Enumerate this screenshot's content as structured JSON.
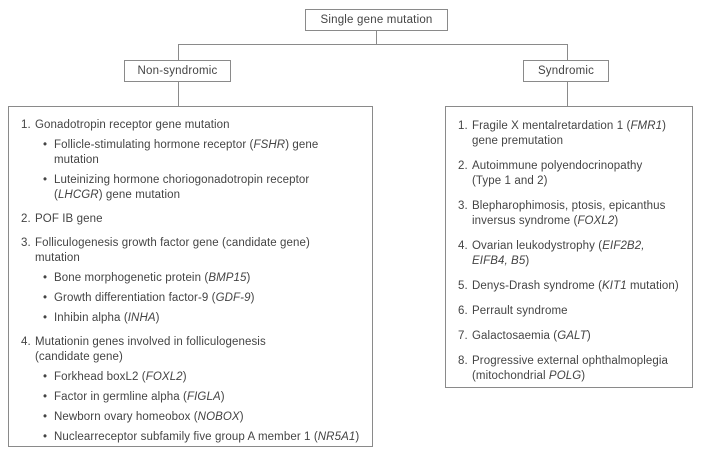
{
  "colors": {
    "background": "#ffffff",
    "border": "#8a8a8a",
    "text": "#444444"
  },
  "diagram": {
    "bullet_char": "•",
    "root": {
      "label": "Single gene mutation"
    },
    "branches": [
      {
        "label": "Non-syndromic"
      },
      {
        "label": "Syndromic"
      }
    ],
    "left_box": {
      "items": [
        {
          "label": "1.",
          "text": [
            {
              "t": "Gonadotropin receptor gene mutation"
            }
          ],
          "subs": [
            [
              {
                "t": "Follicle-stimulating hormone receptor ("
              },
              {
                "t": "FSHR",
                "i": true
              },
              {
                "t": ") gene\nmutation"
              }
            ],
            [
              {
                "t": "Luteinizing hormone choriogonadotropin receptor\n("
              },
              {
                "t": "LHCGR",
                "i": true
              },
              {
                "t": ") gene mutation"
              }
            ]
          ]
        },
        {
          "label": "2.",
          "text": [
            {
              "t": "POF IB gene"
            }
          ],
          "subs": []
        },
        {
          "label": "3.",
          "text": [
            {
              "t": "Folliculogenesis growth factor gene (candidate gene)\nmutation"
            }
          ],
          "subs": [
            [
              {
                "t": "Bone morphogenetic protein ("
              },
              {
                "t": "BMP15",
                "i": true
              },
              {
                "t": ")"
              }
            ],
            [
              {
                "t": "Growth differentiation factor-9 ("
              },
              {
                "t": "GDF-9",
                "i": true
              },
              {
                "t": ")"
              }
            ],
            [
              {
                "t": "Inhibin alpha ("
              },
              {
                "t": "INHA",
                "i": true
              },
              {
                "t": ")"
              }
            ]
          ]
        },
        {
          "label": "4.",
          "text": [
            {
              "t": "Mutationin genes involved in folliculogenesis\n(candidate gene)"
            }
          ],
          "subs": [
            [
              {
                "t": "Forkhead boxL2 ("
              },
              {
                "t": "FOXL2",
                "i": true
              },
              {
                "t": ")"
              }
            ],
            [
              {
                "t": "Factor in germline alpha ("
              },
              {
                "t": "FIGLA",
                "i": true
              },
              {
                "t": ")"
              }
            ],
            [
              {
                "t": "Newborn ovary homeobox ("
              },
              {
                "t": "NOBOX",
                "i": true
              },
              {
                "t": ")"
              }
            ],
            [
              {
                "t": "Nuclearreceptor subfamily five group A member 1 ("
              },
              {
                "t": "NR5A1",
                "i": true
              },
              {
                "t": ")"
              }
            ]
          ]
        }
      ]
    },
    "right_box": {
      "items": [
        {
          "label": "1.",
          "text": [
            {
              "t": "Fragile X mentalretardation 1 ("
            },
            {
              "t": "FMR1",
              "i": true
            },
            {
              "t": ")\ngene premutation"
            }
          ],
          "subs": []
        },
        {
          "label": "2.",
          "text": [
            {
              "t": "Autoimmune polyendocrinopathy\n(Type 1 and 2)"
            }
          ],
          "subs": []
        },
        {
          "label": "3.",
          "text": [
            {
              "t": "Blepharophimosis, ptosis, epicanthus\ninversus syndrome ("
            },
            {
              "t": "FOXL2",
              "i": true
            },
            {
              "t": ")"
            }
          ],
          "subs": []
        },
        {
          "label": "4.",
          "text": [
            {
              "t": "Ovarian leukodystrophy ("
            },
            {
              "t": "EIF2B2,\nEIFB4, B5",
              "i": true
            },
            {
              "t": ")"
            }
          ],
          "subs": []
        },
        {
          "label": "5.",
          "text": [
            {
              "t": "Denys-Drash syndrome ("
            },
            {
              "t": "KIT1",
              "i": true
            },
            {
              "t": " mutation)"
            }
          ],
          "subs": []
        },
        {
          "label": "6.",
          "text": [
            {
              "t": "Perrault syndrome"
            }
          ],
          "subs": []
        },
        {
          "label": "7.",
          "text": [
            {
              "t": "Galactosaemia ("
            },
            {
              "t": "GALT",
              "i": true
            },
            {
              "t": ")"
            }
          ],
          "subs": []
        },
        {
          "label": "8.",
          "text": [
            {
              "t": "Progressive external ophthalmoplegia\n(mitochondrial "
            },
            {
              "t": "POLG",
              "i": true
            },
            {
              "t": ")"
            }
          ],
          "subs": []
        }
      ]
    }
  }
}
